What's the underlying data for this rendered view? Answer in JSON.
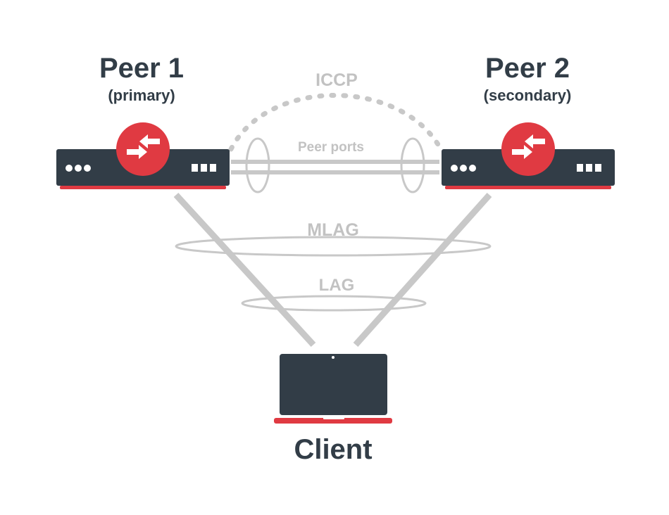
{
  "peer1": {
    "title": "Peer 1",
    "role": "(primary)"
  },
  "peer2": {
    "title": "Peer 2",
    "role": "(secondary)"
  },
  "links": {
    "iccp": "ICCP",
    "peer_ports": "Peer ports",
    "mlag": "MLAG",
    "lag": "LAG"
  },
  "client": {
    "label": "Client"
  },
  "colors": {
    "dark": "#323d47",
    "accent": "#e03a42",
    "link": "#c8c8c8",
    "link_text": "#c2c2c2",
    "white": "#ffffff"
  },
  "icons": {
    "switch": "swap-arrows-icon",
    "client": "laptop-icon"
  }
}
